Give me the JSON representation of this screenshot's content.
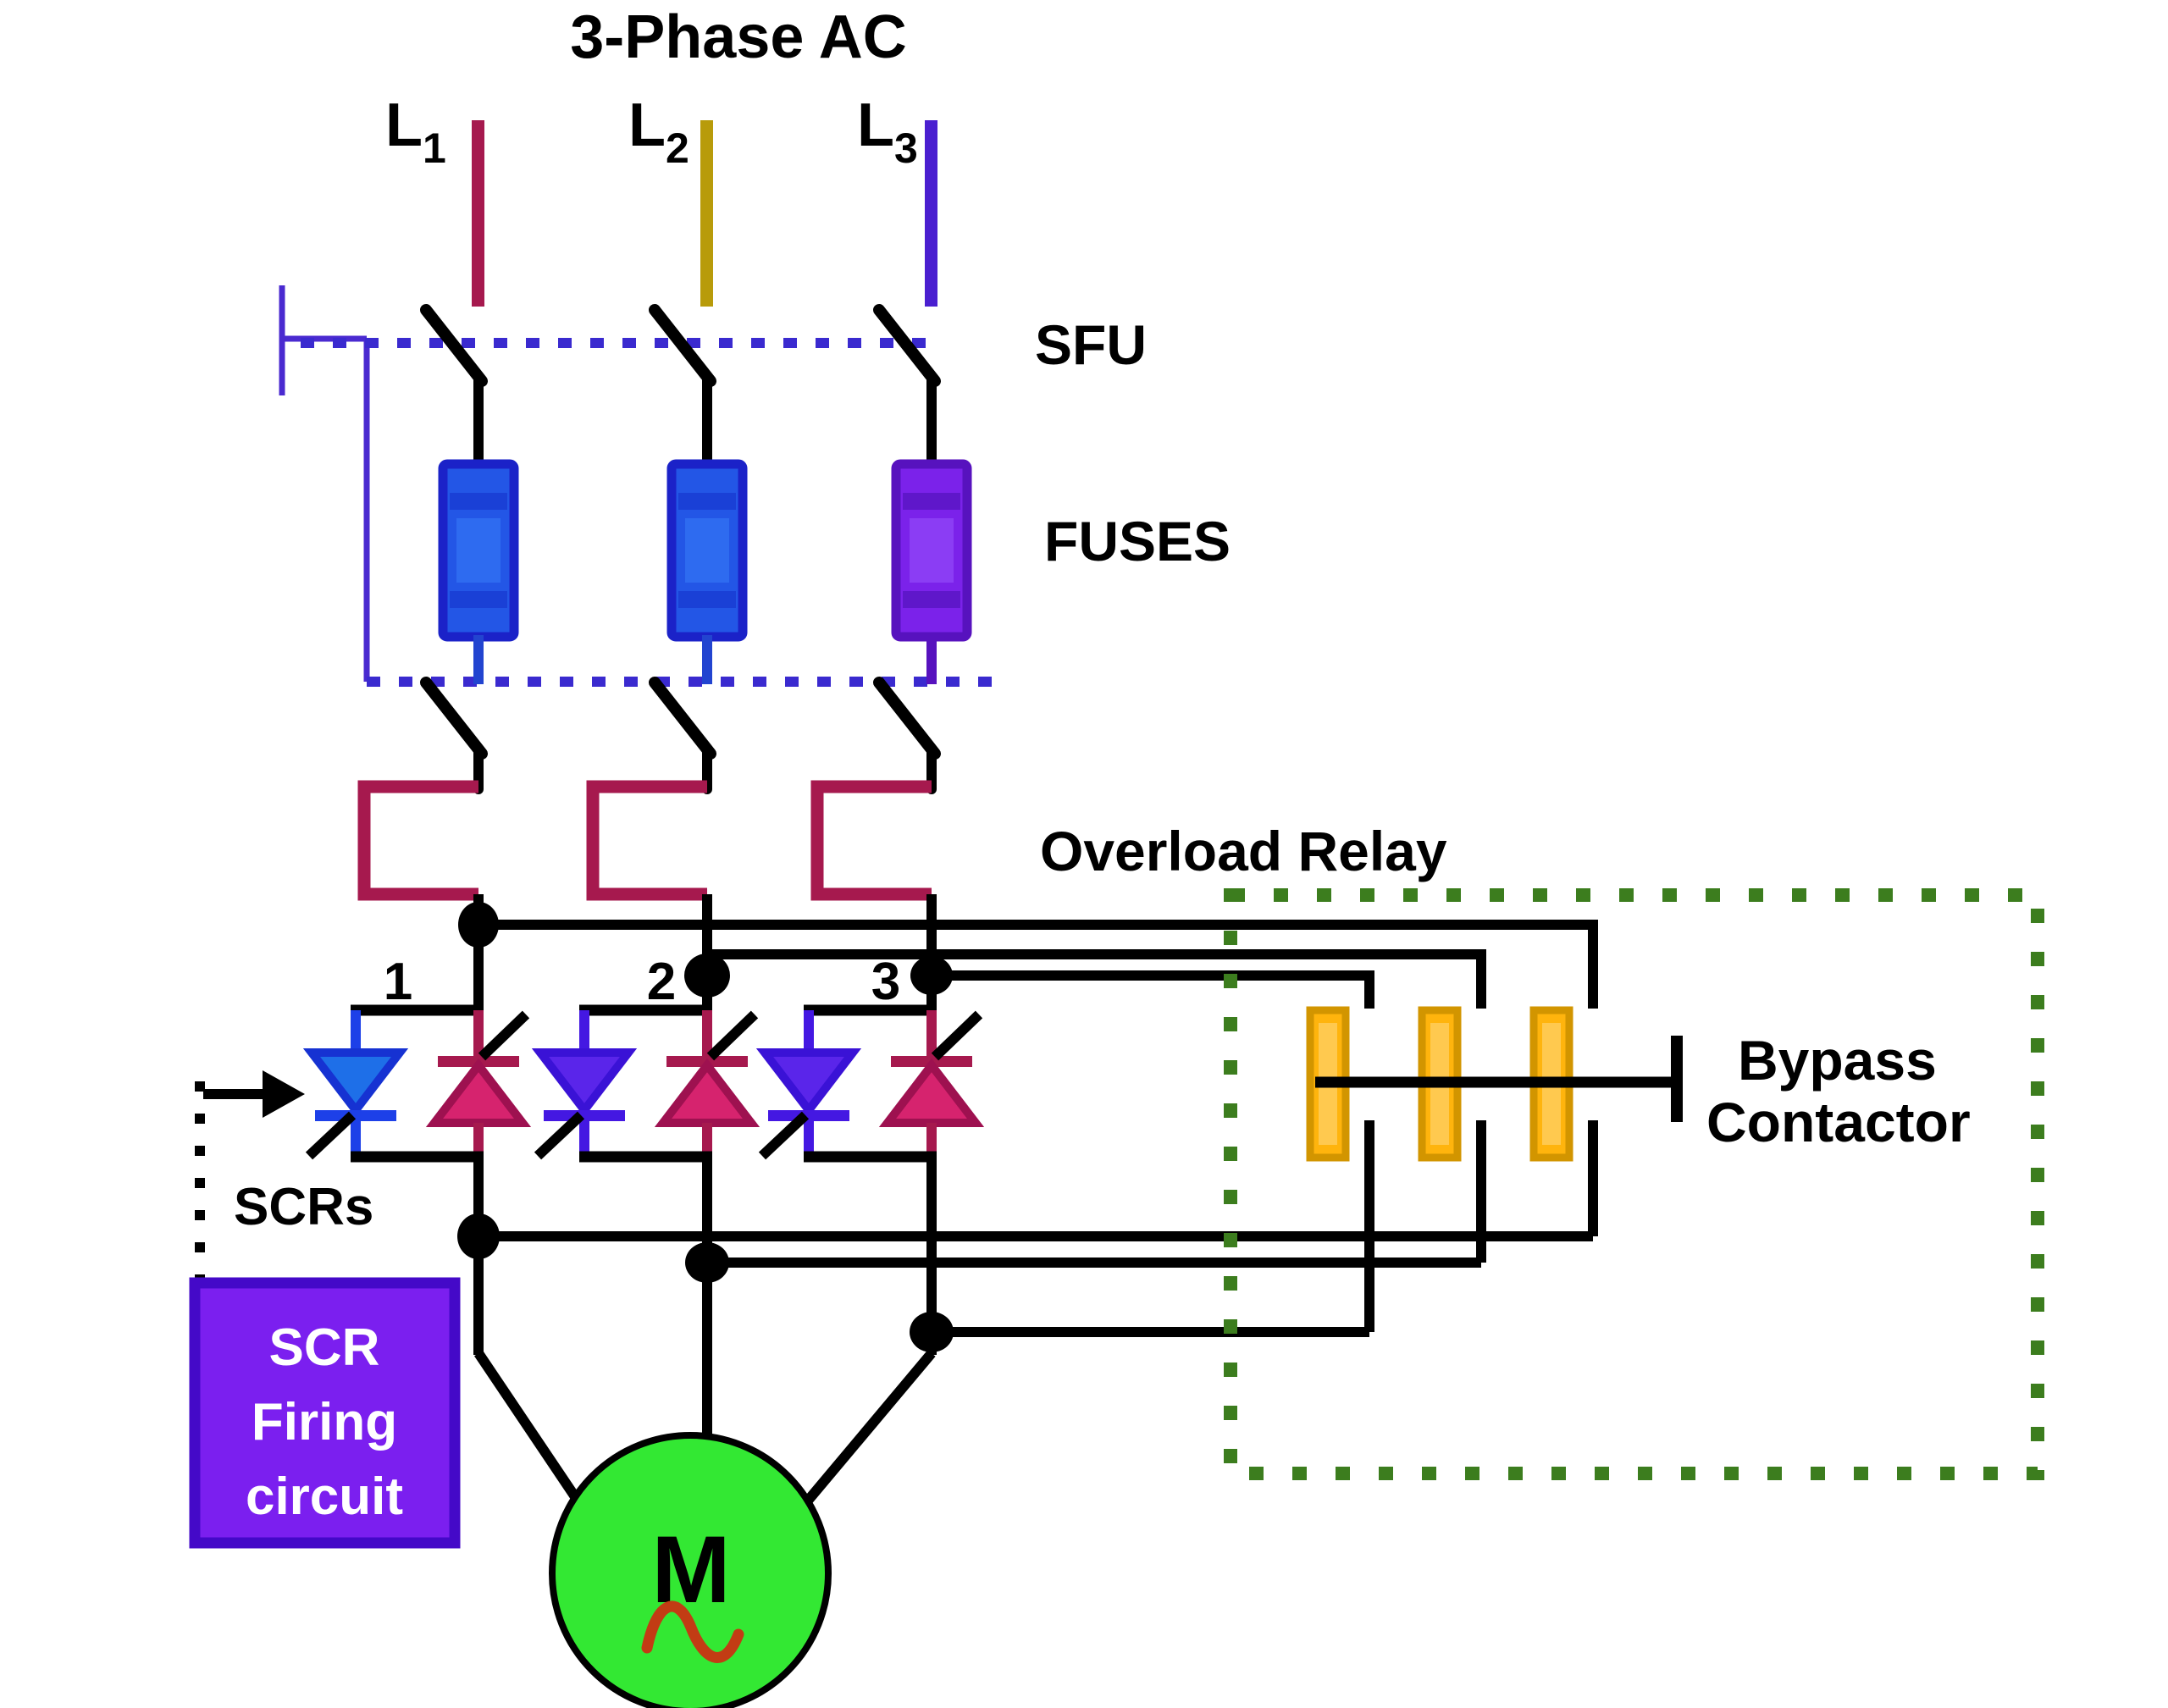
{
  "title": "3-Phase AC",
  "supply": {
    "lines": [
      {
        "label": "L",
        "sub": "1",
        "color": "#A6194E"
      },
      {
        "label": "L",
        "sub": "2",
        "color": "#B89B0A"
      },
      {
        "label": "L",
        "sub": "3",
        "color": "#4A1FD0"
      }
    ]
  },
  "labels": {
    "sfu": "SFU",
    "fuses": "FUSES",
    "overload_relay": "Overload Relay",
    "scrs": "SCRs",
    "bypass_line1": "Bypass",
    "bypass_line2": "Contactor",
    "motor": "M"
  },
  "scr_pairs": [
    {
      "number": "1"
    },
    {
      "number": "2"
    },
    {
      "number": "3"
    }
  ],
  "firing_box": {
    "line1": "SCR",
    "line2": "Firing",
    "line3": "circuit"
  },
  "colors": {
    "phase_l1": "#A6194E",
    "phase_l2": "#B89B0A",
    "phase_l3": "#4A1FD0",
    "switch_link_dotted": "#3A2ACF",
    "sfu_handle": "#4A2AD0",
    "fuse_blue_fill": "#2356E6",
    "fuse_blue_border": "#1B22C8",
    "fuse_blue_band": "#1A40D6",
    "fuse_violet_fill": "#7B22EA",
    "fuse_violet_border": "#5712BE",
    "overload_heater": "#A6194E",
    "scr_forward_blue_fill": "#1E6FE8",
    "scr_forward_blue_border": "#1632D2",
    "scr_forward_violet_fill": "#5A25EA",
    "scr_forward_violet_border": "#3A12D6",
    "scr_reverse_crimson_fill": "#D6236E",
    "scr_reverse_crimson_border": "#9E1150",
    "bypass_contact_gold": "#FFB40D",
    "bypass_contact_gold_border": "#D29500",
    "bypass_box_green": "#3C7D1E",
    "firing_box_fill": "#7B1FEF",
    "firing_box_border": "#4409C8",
    "motor_green": "#33E833",
    "motor_sine_red": "#C23C14",
    "wire_black": "#000000"
  }
}
